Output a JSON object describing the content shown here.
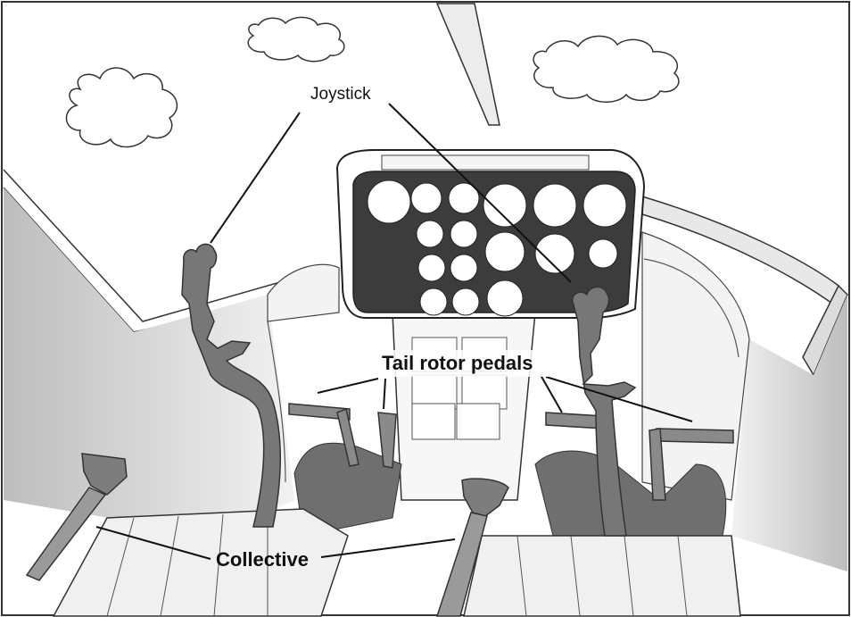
{
  "labels": {
    "joystick": "Joystick",
    "tail_rotor_pedals": "Tail rotor pedals",
    "collective": "Collective"
  },
  "colors": {
    "sky": "#ffffff",
    "panel": "#3c3c3c",
    "controls": "#777777",
    "seats": "#dcdcdc",
    "outline": "#2a2a2a"
  }
}
